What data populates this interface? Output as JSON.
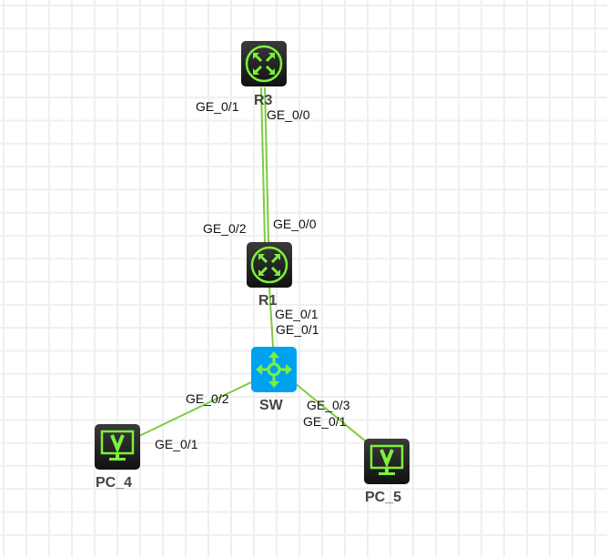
{
  "devices": {
    "r3": {
      "name": "R3",
      "type": "router"
    },
    "r1": {
      "name": "R1",
      "type": "router"
    },
    "sw": {
      "name": "SW",
      "type": "switch"
    },
    "pc4": {
      "name": "PC_4",
      "type": "pc"
    },
    "pc5": {
      "name": "PC_5",
      "type": "pc"
    }
  },
  "links": [
    {
      "from": "R3",
      "from_port": "GE_0/1",
      "to": "R1",
      "to_port": "GE_0/2"
    },
    {
      "from": "R3",
      "from_port": "GE_0/0",
      "to": "R1",
      "to_port": "GE_0/0"
    },
    {
      "from": "R1",
      "from_port": "GE_0/1",
      "to": "SW",
      "to_port": "GE_0/1"
    },
    {
      "from": "SW",
      "from_port": "GE_0/2",
      "to": "PC_4",
      "to_port": "GE_0/1"
    },
    {
      "from": "SW",
      "from_port": "GE_0/3",
      "to": "PC_5",
      "to_port": "GE_0/1"
    }
  ],
  "colors": {
    "link": "#7ccc3a",
    "icon": "#7cf03a",
    "switch": "#00a2f0",
    "grid": "#efefef"
  }
}
